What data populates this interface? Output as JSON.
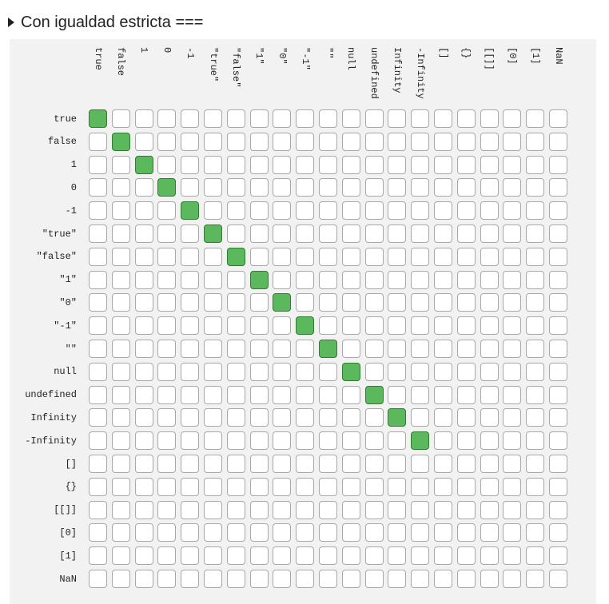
{
  "summary": {
    "label": "Con igualdad estricta ==="
  },
  "matrix": {
    "labels": [
      "true",
      "false",
      "1",
      "0",
      "-1",
      "\"true\"",
      "\"false\"",
      "\"1\"",
      "\"0\"",
      "\"-1\"",
      "\"\"",
      "null",
      "undefined",
      "Infinity",
      "-Infinity",
      "[]",
      "{}",
      "[[]]",
      "[0]",
      "[1]",
      "NaN"
    ],
    "equal_pairs": [
      [
        0,
        0
      ],
      [
        1,
        1
      ],
      [
        2,
        2
      ],
      [
        3,
        3
      ],
      [
        4,
        4
      ],
      [
        5,
        5
      ],
      [
        6,
        6
      ],
      [
        7,
        7
      ],
      [
        8,
        8
      ],
      [
        9,
        9
      ],
      [
        10,
        10
      ],
      [
        11,
        11
      ],
      [
        12,
        12
      ],
      [
        13,
        13
      ],
      [
        14,
        14
      ]
    ],
    "colors": {
      "equal": "#5cb85c",
      "equal_border": "#2e7d32",
      "empty": "#ffffff",
      "empty_border": "#a8a8a8",
      "panel": "#f2f2f2"
    }
  }
}
